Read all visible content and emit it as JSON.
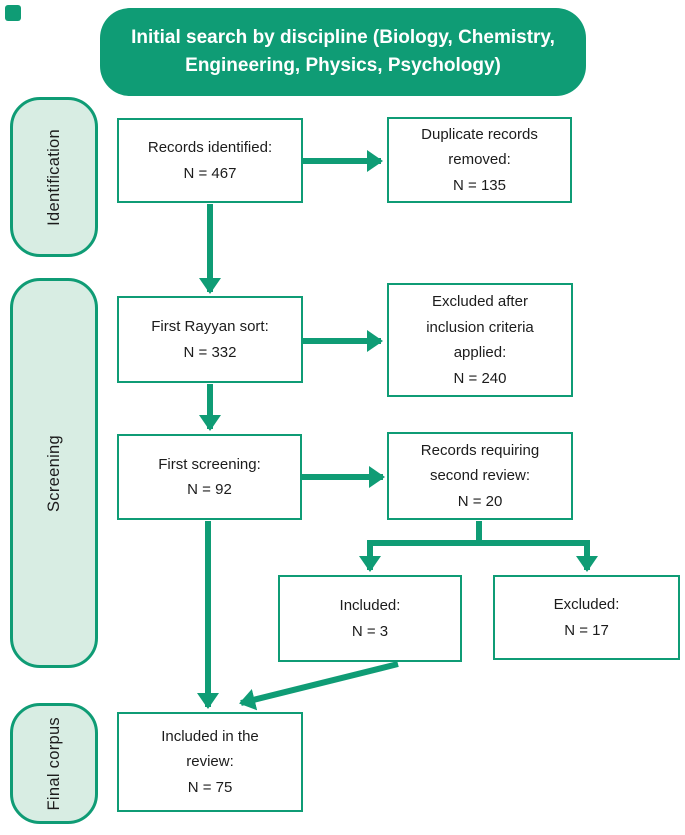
{
  "figure": {
    "type": "prisma-flow-diagram",
    "title": "Initial search by discipline (Biology, Chemistry, Engineering, Physics, Psychology)"
  },
  "colors": {
    "accent_green": "#0F9C75",
    "stage_pill_fill": "#D8EDE3",
    "box_background": "#FFFFFF",
    "text": "#1C1C1C",
    "banner_text": "#FFFFFF"
  },
  "header": {
    "line1": "Initial search by discipline (Biology, Chemistry,",
    "line2": "Engineering, Physics, Psychology)"
  },
  "stages": {
    "identification": "Identification",
    "screening": "Screening",
    "final_corpus": "Final corpus"
  },
  "boxes": {
    "records_identified": {
      "label": "Records identified:",
      "value": "N = 467"
    },
    "duplicates_removed": {
      "label": "Duplicate records removed:",
      "value": "N = 135"
    },
    "first_rayyan_sort": {
      "label": "First Rayyan sort:",
      "value": "N = 332"
    },
    "excluded_inclusion_criteria": {
      "label": "Excluded after inclusion criteria applied:",
      "value": "N = 240"
    },
    "first_screening": {
      "label": "First screening:",
      "value": "N = 92"
    },
    "second_review": {
      "label": "Records requiring second review:",
      "value": "N = 20"
    },
    "included_after_second_review": {
      "label": "Included:",
      "value": "N = 3"
    },
    "excluded_after_second_review": {
      "label": "Excluded:",
      "value": "N = 17"
    },
    "included_in_review": {
      "label": "Included in the review:",
      "value": "N = 75"
    }
  }
}
